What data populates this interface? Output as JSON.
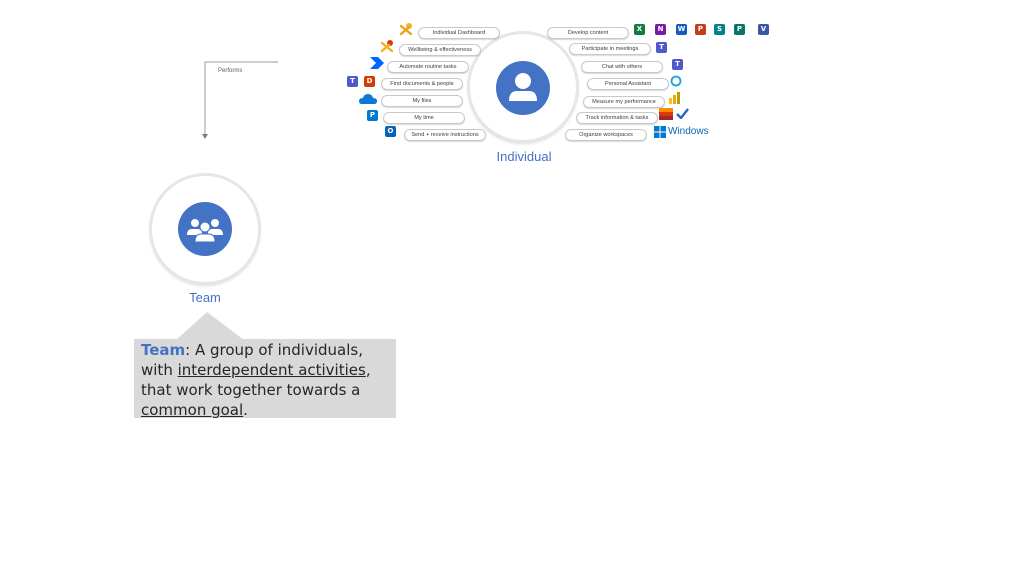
{
  "flow_label": "Performs",
  "individual": {
    "label": "Individual",
    "left_items": [
      "Individual Dashboard",
      "Wellbeing & effectiveness",
      "Automate routine tasks",
      "Find documents & people",
      "My files",
      "My time",
      "Send + receive instructions"
    ],
    "right_items": [
      "Develop content",
      "Participate in meetings",
      "Chat with others",
      "Personal Assistant",
      "Measure my performance",
      "Track information & tasks",
      "Organize workspaces"
    ],
    "windows_label": "Windows",
    "app_icons": [
      "excel-icon",
      "onenote-icon",
      "word-icon",
      "powerpoint-icon",
      "sharepoint-icon",
      "publisher-icon",
      "visio-icon",
      "teams-icon",
      "cortana-icon",
      "powerbi-icon",
      "planner-icon",
      "todo-icon",
      "windows-icon",
      "viva-insights-icon",
      "power-automate-icon",
      "delve-icon",
      "onedrive-icon",
      "outlook-icon"
    ]
  },
  "team": {
    "label": "Team",
    "definition": {
      "term": "Team",
      "part1": ": A group of individuals, with ",
      "u1": "interdependent activities",
      "part2": ", that work together towards a ",
      "u2": "common goal",
      "part3": "."
    }
  },
  "colors": {
    "accent": "#4472c4",
    "callout_bg": "#d9d9d9"
  }
}
